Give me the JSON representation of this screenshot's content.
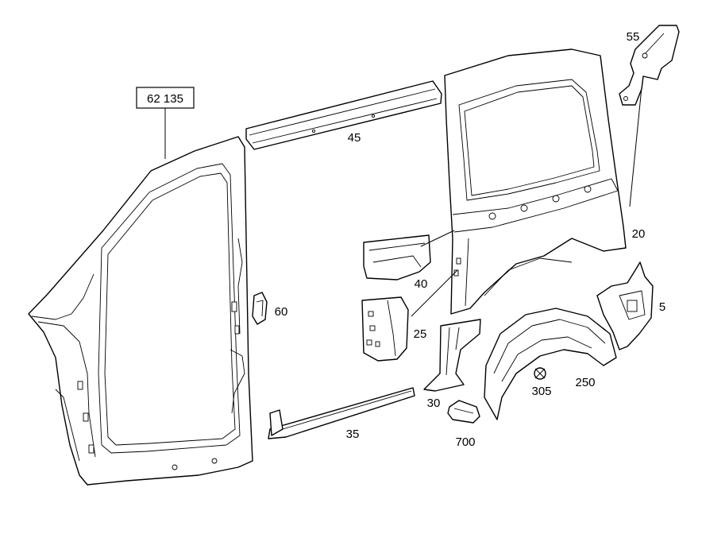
{
  "diagram": {
    "labels": {
      "assembly": "62 135",
      "p55": "55",
      "p45": "45",
      "p20": "20",
      "p40": "40",
      "p60": "60",
      "p25": "25",
      "p5": "5",
      "p305": "305",
      "p250": "250",
      "p30": "30",
      "p35": "35",
      "p700": "700"
    }
  }
}
